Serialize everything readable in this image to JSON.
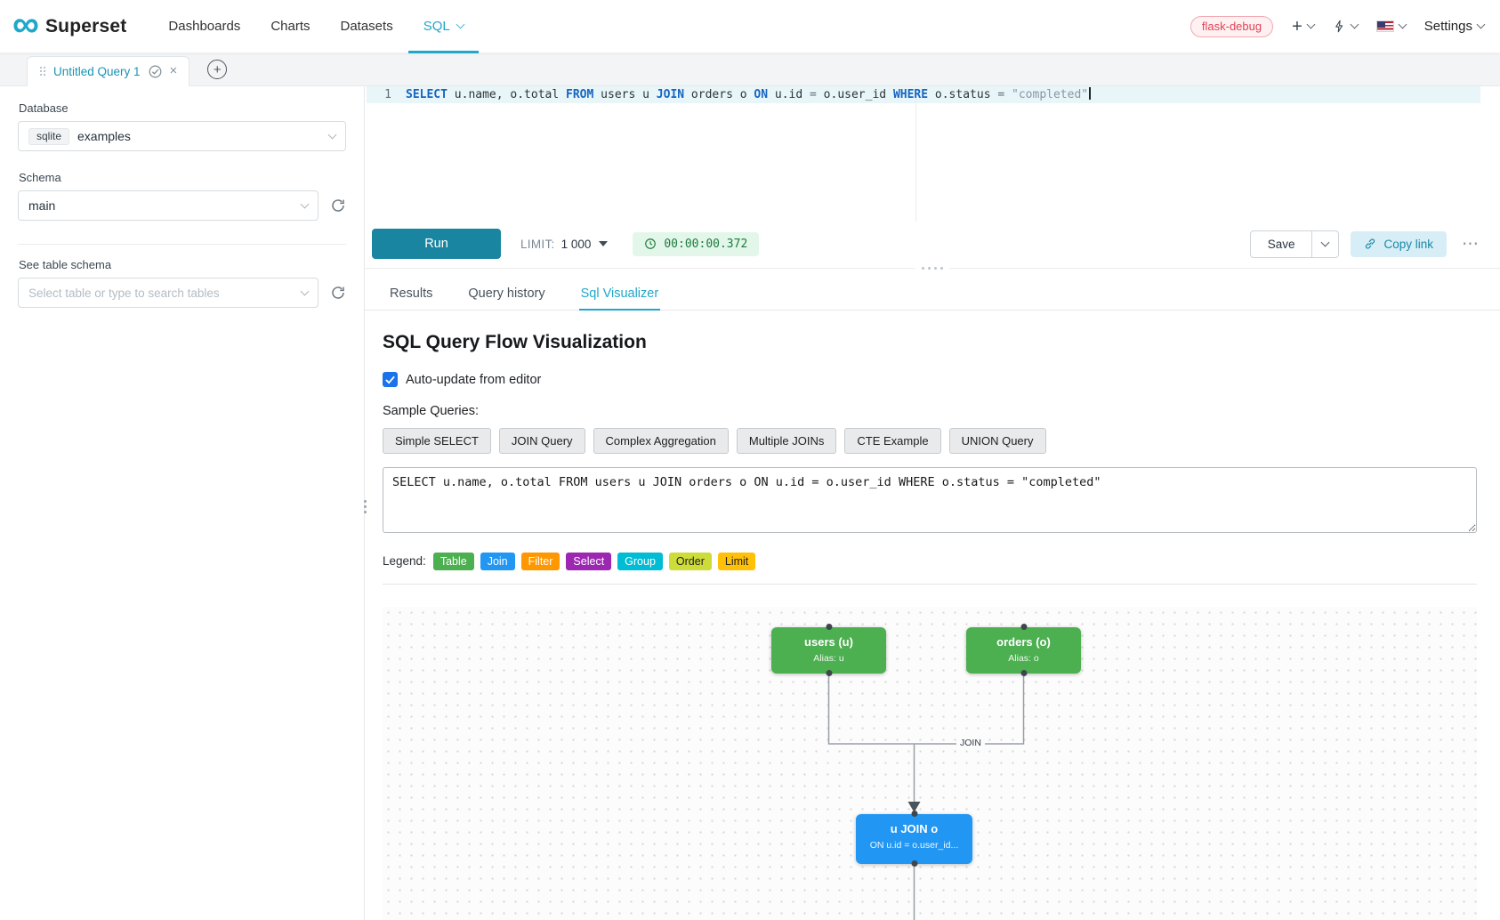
{
  "brand": {
    "name": "Superset",
    "logo": "infinity-icon",
    "accent": "#20a7c9"
  },
  "navbar": {
    "items": [
      "Dashboards",
      "Charts",
      "Datasets",
      "SQL"
    ],
    "active_item": "SQL",
    "env_badge": "flask-debug",
    "settings": "Settings"
  },
  "icons": {
    "nav_carets": "chevron-down",
    "right_actions": [
      "plus",
      "lightning-bolt",
      "us-flag"
    ],
    "query_tab": [
      "drag-grip",
      "check-circle",
      "close-x",
      "plus-circle"
    ],
    "sidebar": [
      "chevron-down",
      "refresh-circular-arrow"
    ],
    "toolbar": [
      "caret-down",
      "clock",
      "link",
      "ellipsis"
    ]
  },
  "query_tab": {
    "title": "Untitled Query 1"
  },
  "sidebar": {
    "database": {
      "label": "Database",
      "engine_tag": "sqlite",
      "value": "examples"
    },
    "schema": {
      "label": "Schema",
      "value": "main"
    },
    "table": {
      "label": "See table schema",
      "placeholder": "Select table or type to search tables"
    }
  },
  "editor": {
    "line_number": "1",
    "sql": "SELECT u.name, o.total FROM users u JOIN orders o ON u.id = o.user_id WHERE o.status = \"completed\"",
    "tokens": [
      {
        "text": "SELECT",
        "type": "keyword"
      },
      {
        "text": " u.name, o.total ",
        "type": "plain"
      },
      {
        "text": "FROM",
        "type": "keyword"
      },
      {
        "text": " users u ",
        "type": "plain"
      },
      {
        "text": "JOIN",
        "type": "keyword"
      },
      {
        "text": " orders o ",
        "type": "plain"
      },
      {
        "text": "ON",
        "type": "keyword"
      },
      {
        "text": " u.id ",
        "type": "plain"
      },
      {
        "text": "=",
        "type": "operator"
      },
      {
        "text": " o.user_id ",
        "type": "plain"
      },
      {
        "text": "WHERE",
        "type": "keyword"
      },
      {
        "text": " o.status ",
        "type": "plain"
      },
      {
        "text": "=",
        "type": "operator"
      },
      {
        "text": " ",
        "type": "plain"
      },
      {
        "text": "\"completed\"",
        "type": "string"
      }
    ],
    "syntax_colors": {
      "keyword": "#1765c0",
      "plain": "#2f3337",
      "operator": "#5f6b76",
      "string": "#8796a5"
    }
  },
  "toolbar": {
    "run": "Run",
    "limit_label": "LIMIT:",
    "limit_value": "1 000",
    "elapsed": "00:00:00.372",
    "save": "Save",
    "copy_link": "Copy link",
    "more": "⋯"
  },
  "result_tabs": {
    "tabs": [
      "Results",
      "Query history",
      "Sql Visualizer"
    ],
    "active": "Sql Visualizer"
  },
  "visualizer": {
    "title": "SQL Query Flow Visualization",
    "auto_update": "Auto-update from editor",
    "sample_queries_label": "Sample Queries:",
    "sample_buttons": [
      "Simple SELECT",
      "JOIN Query",
      "Complex Aggregation",
      "Multiple JOINs",
      "CTE Example",
      "UNION Query"
    ],
    "sql_input": "SELECT u.name, o.total FROM users u JOIN orders o ON u.id = o.user_id WHERE o.status = \"completed\"",
    "legend_label": "Legend:",
    "legend": [
      {
        "label": "Table",
        "color": "#4caf50",
        "text_color": "#ffffff"
      },
      {
        "label": "Join",
        "color": "#2196f3",
        "text_color": "#ffffff"
      },
      {
        "label": "Filter",
        "color": "#ff9800",
        "text_color": "#ffffff"
      },
      {
        "label": "Select",
        "color": "#9c27b0",
        "text_color": "#ffffff"
      },
      {
        "label": "Group",
        "color": "#00bcd4",
        "text_color": "#ffffff"
      },
      {
        "label": "Order",
        "color": "#cddc39",
        "text_color": "#212121"
      },
      {
        "label": "Limit",
        "color": "#ffc107",
        "text_color": "#212121"
      }
    ],
    "diagram": {
      "nodes": [
        {
          "title": "users (u)",
          "subtitle": "Alias: u",
          "color": "#4caf50"
        },
        {
          "title": "orders (o)",
          "subtitle": "Alias: o",
          "color": "#4caf50"
        },
        {
          "title": "u JOIN o",
          "subtitle": "ON u.id = o.user_id...",
          "color": "#2196f3"
        }
      ],
      "edge_label": "JOIN"
    }
  }
}
